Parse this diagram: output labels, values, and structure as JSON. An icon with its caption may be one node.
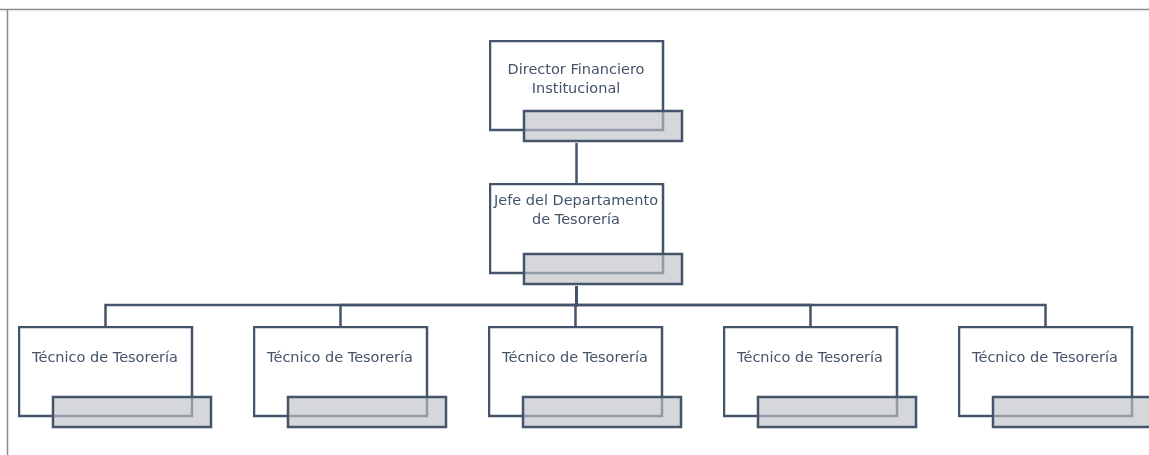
{
  "diagram": {
    "nodes": [
      {
        "text": [
          "Director Financiero Institucional"
        ]
      },
      {
        "text": [
          "Jefe del Departamento  de Tesorería"
        ]
      },
      {
        "text": [
          "Técnico de Tesorería"
        ]
      },
      {
        "text": [
          "Técnico de Tesorería"
        ]
      },
      {
        "text": [
          "Técnico de Tesorería"
        ]
      },
      {
        "text": [
          "Técnico de Tesorería"
        ]
      },
      {
        "text": [
          "Técnico de Tesorería"
        ]
      }
    ],
    "edges": [
      {
        "from": 0,
        "to": 1,
        "arrow": "none"
      },
      {
        "from": 1,
        "to": 2,
        "arrow": "none"
      },
      {
        "from": 1,
        "to": 3,
        "arrow": "none"
      },
      {
        "from": 1,
        "to": 4,
        "arrow": "none"
      },
      {
        "from": 1,
        "to": 5,
        "arrow": "none"
      },
      {
        "from": 1,
        "to": 6,
        "arrow": "none"
      }
    ]
  }
}
